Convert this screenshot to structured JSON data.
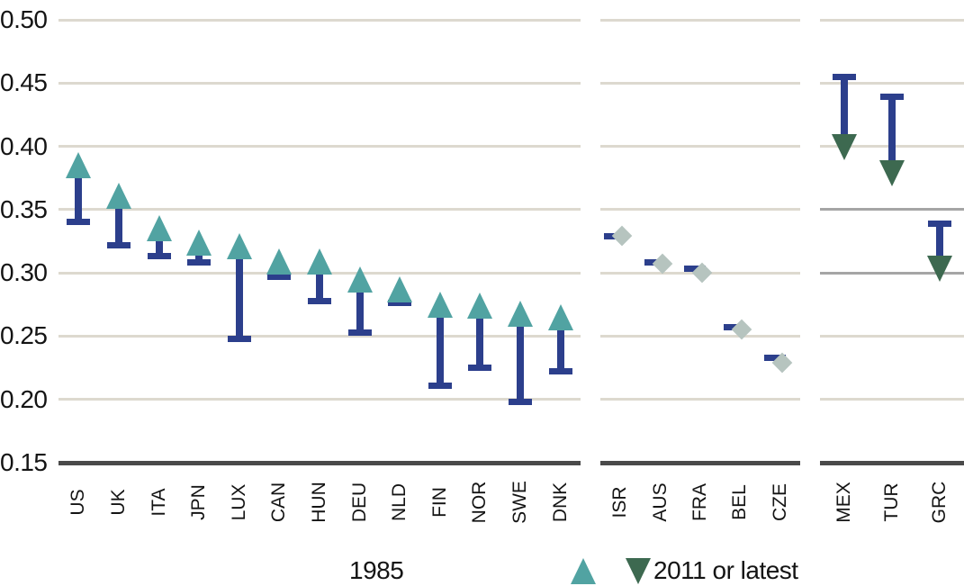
{
  "legend": {
    "label_1985": "1985",
    "label_latest": "2011 or latest"
  },
  "colors": {
    "baseline_1985": "#2c3f8c",
    "increase": "#51a3a2",
    "no_change": "#b6c4bf",
    "decrease": "#3d6950",
    "gridline": "#ddd9cf",
    "gridline_dark": "#a5a5a5",
    "axis": "#4a4a4a",
    "text": "#141414"
  },
  "chart_data": {
    "type": "scatter",
    "title": "",
    "xlabel": "",
    "ylabel": "",
    "ylim": [
      0.15,
      0.5
    ],
    "yticks": [
      "0.50",
      "0.45",
      "0.40",
      "0.35",
      "0.30",
      "0.25",
      "0.20",
      "0.15"
    ],
    "grid": true,
    "legend_position": "bottom",
    "series_names": [
      "1985",
      "2011 or latest"
    ],
    "marker_legend": {
      "dash": "1985 value",
      "triangle-up": "2011 or latest, increased",
      "diamond": "2011 or latest, little change",
      "triangle-down": "2011 or latest, decreased"
    },
    "panel3_dark_gridlines": [
      0.35,
      0.3
    ],
    "panels": [
      {
        "trend": "up",
        "marker": "triangle-up",
        "points": [
          {
            "country": "US",
            "y1985": 0.34,
            "latest": 0.385
          },
          {
            "country": "UK",
            "y1985": 0.322,
            "latest": 0.361
          },
          {
            "country": "ITA",
            "y1985": 0.313,
            "latest": 0.335
          },
          {
            "country": "JPN",
            "y1985": 0.308,
            "latest": 0.324
          },
          {
            "country": "LUX",
            "y1985": 0.248,
            "latest": 0.321
          },
          {
            "country": "CAN",
            "y1985": 0.297,
            "latest": 0.309
          },
          {
            "country": "HUN",
            "y1985": 0.278,
            "latest": 0.309
          },
          {
            "country": "DEU",
            "y1985": 0.253,
            "latest": 0.295
          },
          {
            "country": "NLD",
            "y1985": 0.276,
            "latest": 0.287
          },
          {
            "country": "FIN",
            "y1985": 0.211,
            "latest": 0.275
          },
          {
            "country": "NOR",
            "y1985": 0.225,
            "latest": 0.274
          },
          {
            "country": "SWE",
            "y1985": 0.198,
            "latest": 0.268
          },
          {
            "country": "DNK",
            "y1985": 0.222,
            "latest": 0.265
          }
        ]
      },
      {
        "trend": "flat",
        "marker": "diamond",
        "points": [
          {
            "country": "ISR",
            "y1985": 0.329,
            "latest": 0.329
          },
          {
            "country": "AUS",
            "y1985": 0.308,
            "latest": 0.307
          },
          {
            "country": "FRA",
            "y1985": 0.303,
            "latest": 0.3
          },
          {
            "country": "BEL",
            "y1985": 0.257,
            "latest": 0.255
          },
          {
            "country": "CZE",
            "y1985": 0.233,
            "latest": 0.229
          }
        ]
      },
      {
        "trend": "down",
        "marker": "triangle-down",
        "points": [
          {
            "country": "MEX",
            "y1985": 0.455,
            "latest": 0.399
          },
          {
            "country": "TUR",
            "y1985": 0.439,
            "latest": 0.379
          },
          {
            "country": "GRC",
            "y1985": 0.339,
            "latest": 0.303
          }
        ]
      }
    ]
  }
}
